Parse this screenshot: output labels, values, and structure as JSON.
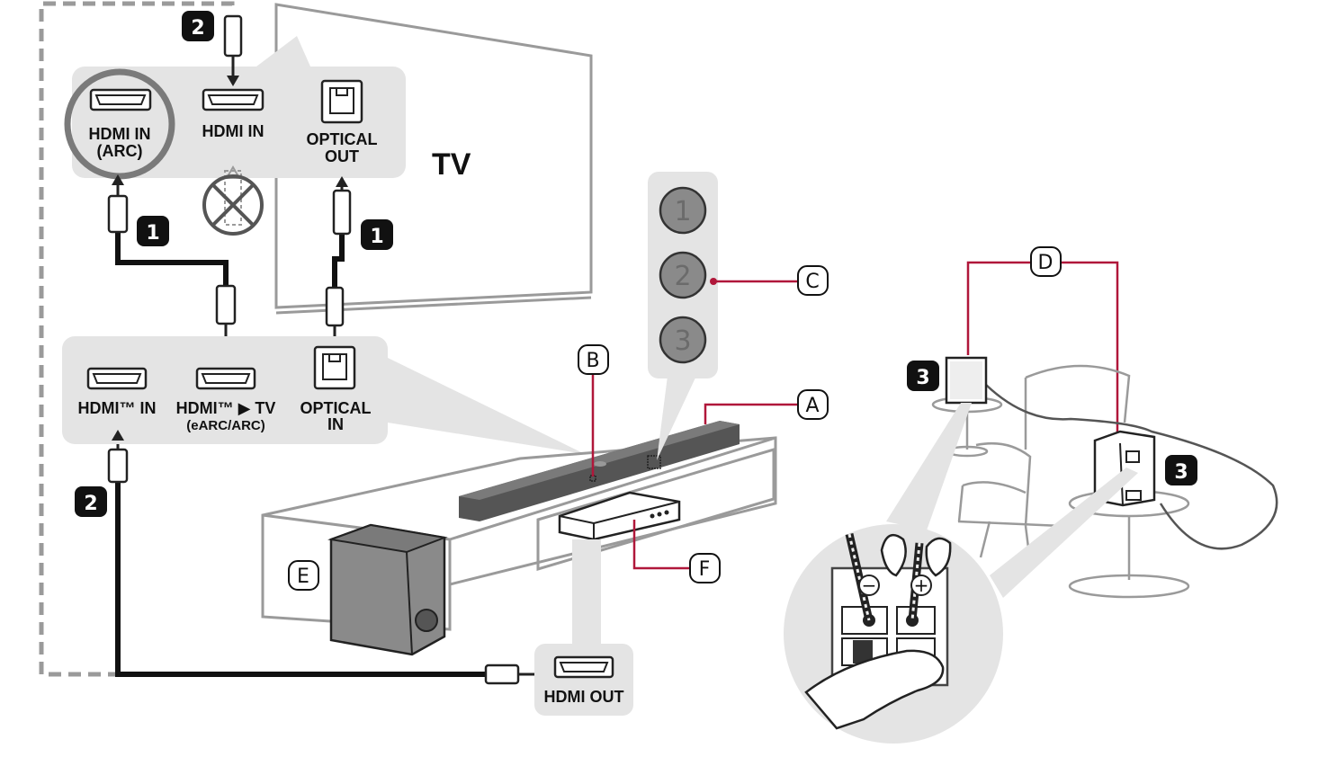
{
  "tv_panel": {
    "title": "TV",
    "ports": [
      {
        "line1": "HDMI IN",
        "line2": "(ARC)"
      },
      {
        "line1": "HDMI IN",
        "line2": ""
      },
      {
        "line1": "OPTICAL",
        "line2": "OUT"
      }
    ]
  },
  "soundbar_panel": {
    "ports": [
      {
        "line1": "HDMI™ IN",
        "line2": ""
      },
      {
        "line1": "HDMI™ ▶ TV",
        "line2": "(eARC/ARC)"
      },
      {
        "line1": "OPTICAL",
        "line2": "IN"
      }
    ]
  },
  "source_panel": {
    "port": "HDMI OUT"
  },
  "step_badges": {
    "one": "1",
    "two": "2",
    "three": "3"
  },
  "remote_buttons": [
    "1",
    "2",
    "3"
  ],
  "callouts": {
    "A": "A",
    "B": "B",
    "C": "C",
    "D": "D",
    "E": "E",
    "F": "F"
  },
  "speaker_terminals": {
    "minus": "−",
    "plus": "+"
  },
  "colors": {
    "accent": "#b0173a",
    "panel": "#e4e4e4",
    "outline": "#9a9a9a",
    "dark": "#111111"
  }
}
